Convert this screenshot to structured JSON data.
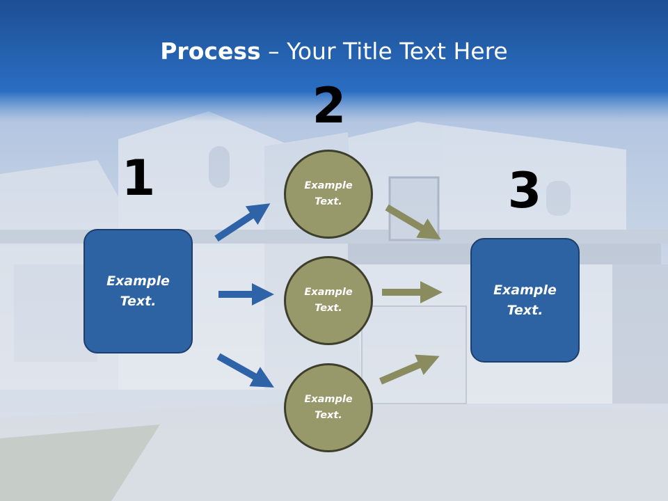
{
  "title": {
    "bold": "Process",
    "rest": " – Your Title Text Here"
  },
  "steps": [
    {
      "number": "1"
    },
    {
      "number": "2"
    },
    {
      "number": "3"
    }
  ],
  "left_box": {
    "text": "Example\nText."
  },
  "right_box": {
    "text": "Example\nText."
  },
  "circles": [
    {
      "text": "Example\nText."
    },
    {
      "text": "Example\nText."
    },
    {
      "text": "Example\nText."
    }
  ],
  "colors": {
    "header_blue": "#2467b7",
    "box_blue": "#2d62a3",
    "circle_olive": "#97996a",
    "arrow_blue": "#2e63a7",
    "arrow_olive": "#8a8c5f"
  }
}
